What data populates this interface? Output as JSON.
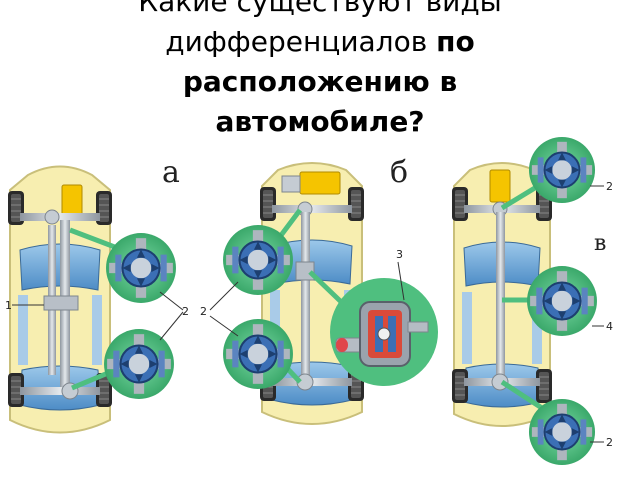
{
  "title": {
    "line1": "Какие существуют виды",
    "line2_normal": "дифференциалов ",
    "line2_bold": "по",
    "line3_bold": "расположению в",
    "line4_bold": "автомобиле?"
  },
  "figure": {
    "labels": {
      "a": "а",
      "b": "б",
      "v": "в"
    },
    "callouts": {
      "n1": "1",
      "n2_a": "2",
      "n2_b": "2",
      "n3": "3",
      "n2_c_top": "2",
      "n4": "4",
      "n2_c_bot": "2"
    },
    "colors": {
      "car_body": "#f7eeb0",
      "window": "#6aa8d8",
      "highlight": "#4fbf7f",
      "engine": "#f5c400",
      "shaft": "#b8bfc7",
      "gear": "#3b6fb5",
      "cutaway": "#d94a3a"
    }
  }
}
